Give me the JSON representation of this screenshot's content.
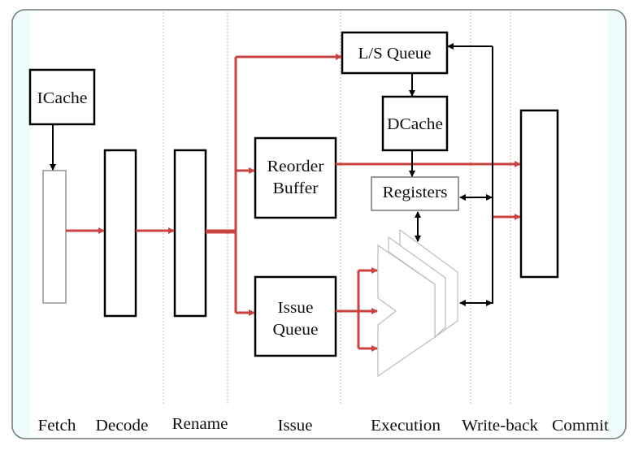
{
  "colors": {
    "data_path": "#c8433f",
    "control_path": "#000000",
    "stage_divider": "#e6b48a",
    "frame_background": "#eefcfd",
    "frame_border": "#777777"
  },
  "stages": [
    "Fetch",
    "Decode",
    "Rename",
    "Issue",
    "Execution",
    "Write-back",
    "Commit"
  ],
  "blocks": {
    "icache": "ICache",
    "ls_queue": "L/S Queue",
    "dcache": "DCache",
    "reorder_buffer": [
      "Reorder",
      "Buffer"
    ],
    "registers": "Registers",
    "issue_queue": [
      "Issue",
      "Queue"
    ]
  },
  "line_styles": {
    "stage_divider": "dotted"
  }
}
